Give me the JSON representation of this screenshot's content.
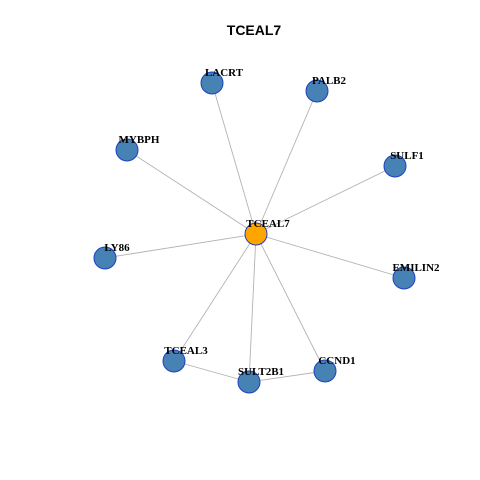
{
  "title": "TCEAL7",
  "colors": {
    "center_node": "#FFA500",
    "neighbor_node": "#4682B4",
    "node_border": "#1F3FBF",
    "edge": "#B3B3B3"
  },
  "center": "TCEAL7",
  "nodes": [
    {
      "id": "TCEAL7",
      "label": "TCEAL7",
      "role": "center"
    },
    {
      "id": "LACRT",
      "label": "LACRT",
      "role": "neighbor"
    },
    {
      "id": "PALB2",
      "label": "PALB2",
      "role": "neighbor"
    },
    {
      "id": "MYBPH",
      "label": "MYBPH",
      "role": "neighbor"
    },
    {
      "id": "SULF1",
      "label": "SULF1",
      "role": "neighbor"
    },
    {
      "id": "LY86",
      "label": "LY86",
      "role": "neighbor"
    },
    {
      "id": "EMILIN2",
      "label": "EMILIN2",
      "role": "neighbor"
    },
    {
      "id": "TCEAL3",
      "label": "TCEAL3",
      "role": "neighbor"
    },
    {
      "id": "SULT2B1",
      "label": "SULT2B1",
      "role": "neighbor"
    },
    {
      "id": "CCND1",
      "label": "CCND1",
      "role": "neighbor"
    }
  ],
  "edges": [
    [
      "TCEAL7",
      "LACRT"
    ],
    [
      "TCEAL7",
      "PALB2"
    ],
    [
      "TCEAL7",
      "MYBPH"
    ],
    [
      "TCEAL7",
      "SULF1"
    ],
    [
      "TCEAL7",
      "LY86"
    ],
    [
      "TCEAL7",
      "EMILIN2"
    ],
    [
      "TCEAL7",
      "TCEAL3"
    ],
    [
      "TCEAL7",
      "SULT2B1"
    ],
    [
      "TCEAL7",
      "CCND1"
    ],
    [
      "TCEAL3",
      "SULT2B1"
    ],
    [
      "SULT2B1",
      "CCND1"
    ]
  ]
}
